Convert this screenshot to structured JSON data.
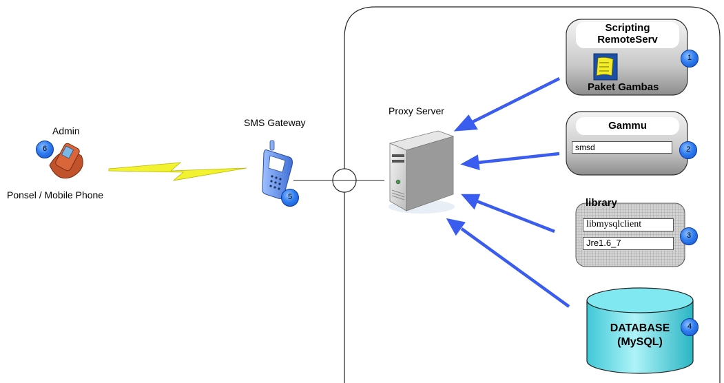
{
  "admin": {
    "label": "Admin",
    "caption": "Ponsel / Mobile Phone",
    "badge": "6"
  },
  "gateway": {
    "label": "SMS Gateway",
    "badge": "5"
  },
  "proxy": {
    "label": "Proxy Server"
  },
  "scripting": {
    "title_line1": "Scripting",
    "title_line2": "RemoteServ",
    "caption": "Paket Gambas",
    "badge": "1"
  },
  "gammu": {
    "title": "Gammu",
    "field": "smsd",
    "badge": "2"
  },
  "library": {
    "title": "library",
    "items": [
      "libmysqlclient",
      "Jre1.6_7"
    ],
    "badge": "3"
  },
  "database": {
    "line1": "DATABASE",
    "line2": "(MySQL)",
    "badge": "4"
  },
  "colors": {
    "arrow": "#3a5df0",
    "lightning": "#f2f230",
    "badge": "#2f7df0",
    "cylinder": "#6fe3ec",
    "phone": "#c0522c"
  }
}
